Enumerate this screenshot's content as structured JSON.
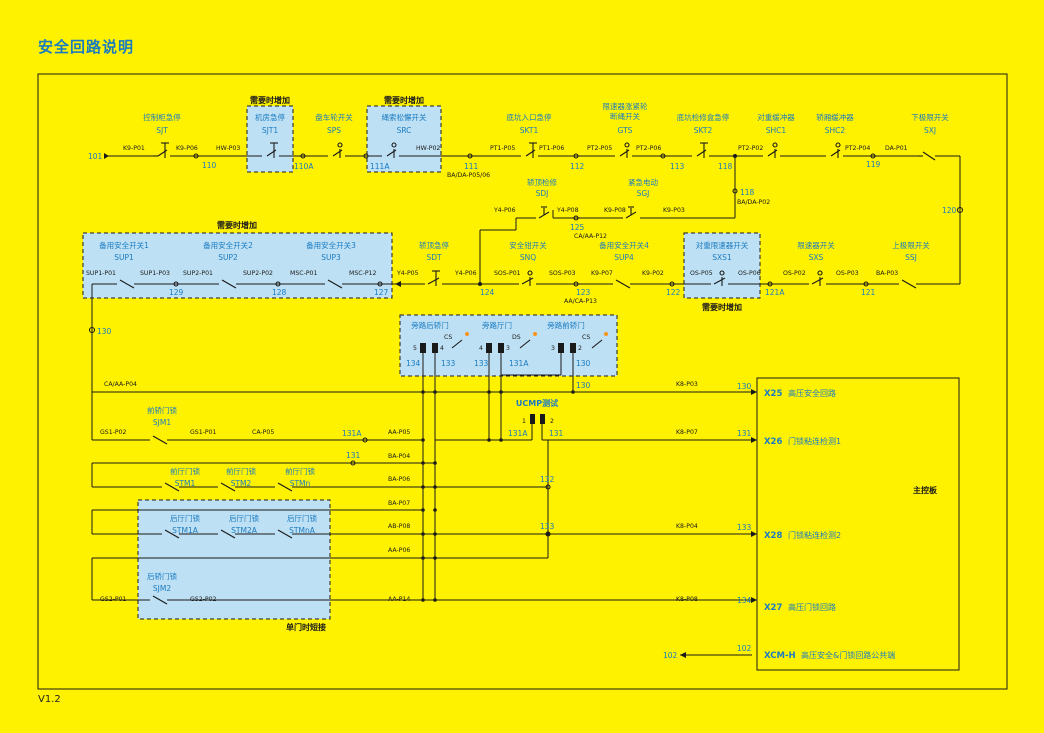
{
  "page": {
    "title": "安全回路说明",
    "version": "V1.2"
  },
  "notes": {
    "add_when_needed": "需要时增加",
    "short_single_door": "单门时短接"
  },
  "main_board": "主控板",
  "row1": {
    "switches": [
      {
        "name": "控制柜急停",
        "code": "SJT"
      },
      {
        "name": "机房急停",
        "code": "SJT1"
      },
      {
        "name": "盘车轮开关",
        "code": "SPS"
      },
      {
        "name": "绳索松懈开关",
        "code": "SRC"
      },
      {
        "name": "底坑入口急停",
        "code": "SKT1"
      },
      {
        "name": "限速器涨紧轮断绳开关",
        "code": "GTS"
      },
      {
        "name": "底坑检修盒急停",
        "code": "SKT2"
      },
      {
        "name": "对重缓冲器",
        "code": "SHC1"
      },
      {
        "name": "轿厢缓冲器",
        "code": "SHC2"
      },
      {
        "name": "下极限开关",
        "code": "SXJ"
      }
    ],
    "wire_labels": [
      "K9-P01",
      "K9-P06",
      "HW-P03",
      "HW-P02",
      "PT1-P05",
      "PT1-P06",
      "PT2-P05",
      "PT2-P06",
      "PT2-P02",
      "PT2-P04",
      "DA-P01"
    ],
    "nodes": [
      "101",
      "110",
      "110A",
      "111A",
      "111",
      "112",
      "113",
      "118",
      "119",
      "120"
    ],
    "note_sub": "BA/DA-P05/06"
  },
  "row2": {
    "switches": [
      {
        "name": "轿顶检修",
        "code": "SDJ"
      },
      {
        "name": "紧急电动",
        "code": "SGJ"
      }
    ],
    "wire_labels": [
      "Y4-P06",
      "Y4-P08",
      "K9-P08",
      "K9-P03"
    ],
    "nodes": [
      "125",
      "118"
    ],
    "notes": [
      "CA/AA-P12",
      "BA/DA-P02"
    ]
  },
  "row3": {
    "switches": [
      {
        "name": "备用安全开关1",
        "code": "SUP1"
      },
      {
        "name": "备用安全开关2",
        "code": "SUP2"
      },
      {
        "name": "备用安全开关3",
        "code": "SUP3"
      },
      {
        "name": "轿顶急停",
        "code": "SDT"
      },
      {
        "name": "安全钳开关",
        "code": "SNQ"
      },
      {
        "name": "备用安全开关4",
        "code": "SUP4"
      },
      {
        "name": "对重限速器开关",
        "code": "SXS1"
      },
      {
        "name": "限速器开关",
        "code": "SXS"
      },
      {
        "name": "上极限开关",
        "code": "SSJ"
      }
    ],
    "wire_labels": [
      "SUP1-P01",
      "SUP1-P03",
      "SUP2-P01",
      "SUP2-P02",
      "MSC-P01",
      "MSC-P12",
      "Y4-P05",
      "Y4-P06",
      "SOS-P01",
      "SOS-P03",
      "K9-P07",
      "K9-P02",
      "OS-P05",
      "OS-P06",
      "OS-P02",
      "OS-P03",
      "BA-P03"
    ],
    "nodes": [
      "129",
      "128",
      "127",
      "124",
      "123",
      "122",
      "121A",
      "121",
      "130"
    ],
    "note_sub": "AA/CA-P13"
  },
  "bypass": {
    "items": [
      {
        "name": "旁路后轿门"
      },
      {
        "name": "旁路厅门"
      },
      {
        "name": "旁路前轿门"
      }
    ],
    "pins": [
      "5",
      "4",
      "4",
      "3",
      "3",
      "2",
      "CS",
      "DS",
      "CS"
    ],
    "nodes": [
      "134",
      "133",
      "133",
      "131A",
      "130"
    ]
  },
  "ucmp": {
    "name": "UCMP测试",
    "pins": [
      "1",
      "2"
    ],
    "nodes": [
      "131A",
      "131"
    ]
  },
  "doors": [
    {
      "name": "前轿门锁",
      "code": "SJM1"
    },
    {
      "name": "前厅门锁",
      "code": "STM1"
    },
    {
      "name": "前厅门锁",
      "code": "STM2"
    },
    {
      "name": "前厅门锁",
      "code": "STMn"
    },
    {
      "name": "后厅门锁",
      "code": "STM1A"
    },
    {
      "name": "后厅门锁",
      "code": "STM2A"
    },
    {
      "name": "后厅门锁",
      "code": "STMnA"
    },
    {
      "name": "后轿门锁",
      "code": "SJM2"
    }
  ],
  "door_wires": [
    "CA/AA-P04",
    "GS1-P02",
    "GS1-P01",
    "CA-P05",
    "AA-P05",
    "BA-P04",
    "BA-P06",
    "BA-P07",
    "AB-P08",
    "AA-P06",
    "GS2-P01",
    "GS2-P02",
    "AA-P14",
    "K8-P03",
    "K8-P07",
    "K8-P04",
    "K8-P08"
  ],
  "door_nodes": [
    "131A",
    "131",
    "132",
    "133"
  ],
  "terminals": [
    {
      "node": "130",
      "pin": "X25",
      "desc": "高压安全回路"
    },
    {
      "node": "131",
      "pin": "X26",
      "desc": "门锁粘连检测1"
    },
    {
      "node": "133",
      "pin": "X28",
      "desc": "门锁粘连检测2"
    },
    {
      "node": "134",
      "pin": "X27",
      "desc": "高压门锁回路"
    },
    {
      "node": "102",
      "pin": "XCM-H",
      "desc": "高压安全&门锁回路公共端"
    }
  ],
  "terminal_in_102": "102"
}
